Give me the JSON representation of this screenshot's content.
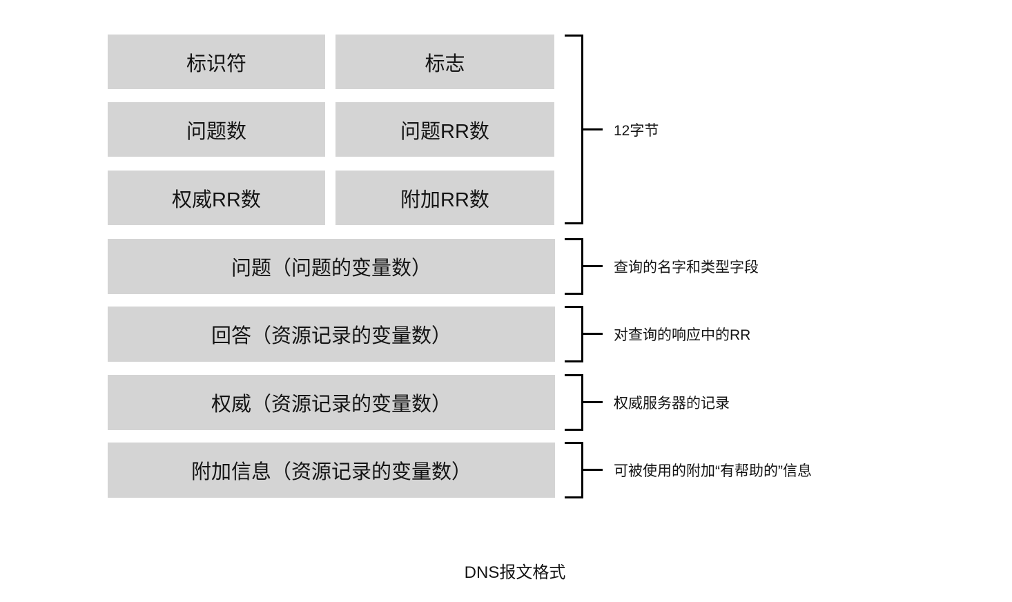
{
  "diagram": {
    "caption": "DNS报文格式",
    "colors": {
      "box_fill": "#d4d4d4",
      "line": "#000000",
      "text": "#141414",
      "background": "#ffffff"
    },
    "header_section": {
      "rows": [
        [
          "标识符",
          "标志"
        ],
        [
          "问题数",
          "问题RR数"
        ],
        [
          "权威RR数",
          "附加RR数"
        ]
      ],
      "brace_label": "12字节"
    },
    "sections": [
      {
        "label": "问题（问题的变量数）",
        "annotation": "查询的名字和类型字段"
      },
      {
        "label": "回答（资源记录的变量数）",
        "annotation": "对查询的响应中的RR"
      },
      {
        "label": "权威（资源记录的变量数）",
        "annotation": "权威服务器的记录"
      },
      {
        "label": "附加信息（资源记录的变量数）",
        "annotation": "可被使用的附加“有帮助的”信息"
      }
    ]
  }
}
